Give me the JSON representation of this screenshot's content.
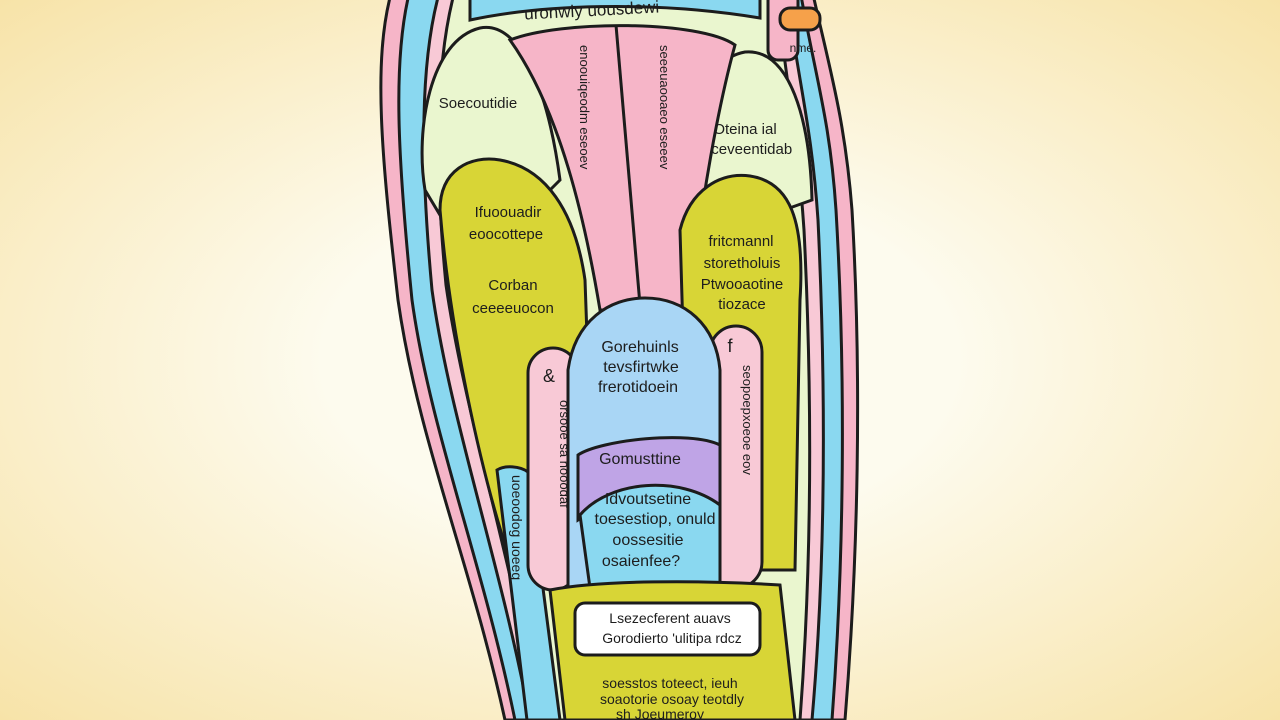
{
  "colors": {
    "background_center": "#fdfbee",
    "background_edge": "#f7e3a8",
    "outline": "#1c1c1c",
    "pink": "#f6b5c8",
    "light_pink": "#f8c9d6",
    "sky_blue": "#8ad8f0",
    "pale_green": "#eaf6cf",
    "olive_yellow": "#d8d536",
    "light_blue": "#a9d6f5",
    "lavender": "#bfa4e6",
    "orange": "#f6a14a"
  },
  "labels": {
    "top_band": "uronwly uousdewi",
    "top_right_small": "nme.",
    "upper_left": "Soecoutidie",
    "upper_right_line1": "Oteina ial",
    "upper_right_line2": "sceveentidab",
    "mid_left_line1": "Ifuoouadir",
    "mid_left_line2": "eoocottepe",
    "mid_left_line3": "Corban",
    "mid_left_line4": "ceeeeuocon",
    "mid_right_line1": "fritcmannl",
    "mid_right_line2": "storetholuis",
    "mid_right_line3": "Ptwooaotine",
    "mid_right_line4": "tiozace",
    "center_blue_line1": "Gorehuinls",
    "center_blue_line2": "tevsfirtwke",
    "center_blue_line3": "frerotidoein",
    "center_purple": "Gomusttine",
    "center_lower_line1": "Idvoutsetine",
    "center_lower_line2": "toesestiop, onuld",
    "center_lower_line3": "oossesitie",
    "center_lower_line4": "osaienfee?",
    "callout_line1": "Lsezecferent auavs",
    "callout_line2": "Gorodierto 'ulitipa rdcz",
    "bottom_line1": "soesstos toteect, ieuh",
    "bottom_line2": "soaotorie osoay teotdly",
    "bottom_line3": "sh Joeumeroy",
    "vertical_strip_left": "uoeoodog uoeeg",
    "vertical_finger_left": "orsooe sa nooodaf",
    "vertical_finger_right": "seopoepxoeoe eov",
    "vertical_center_left": "enoouiqeodm eseoev",
    "vertical_center_right": "seeeuaooaeo eseeev",
    "finger_left_mark": "&",
    "finger_right_mark": "f"
  }
}
